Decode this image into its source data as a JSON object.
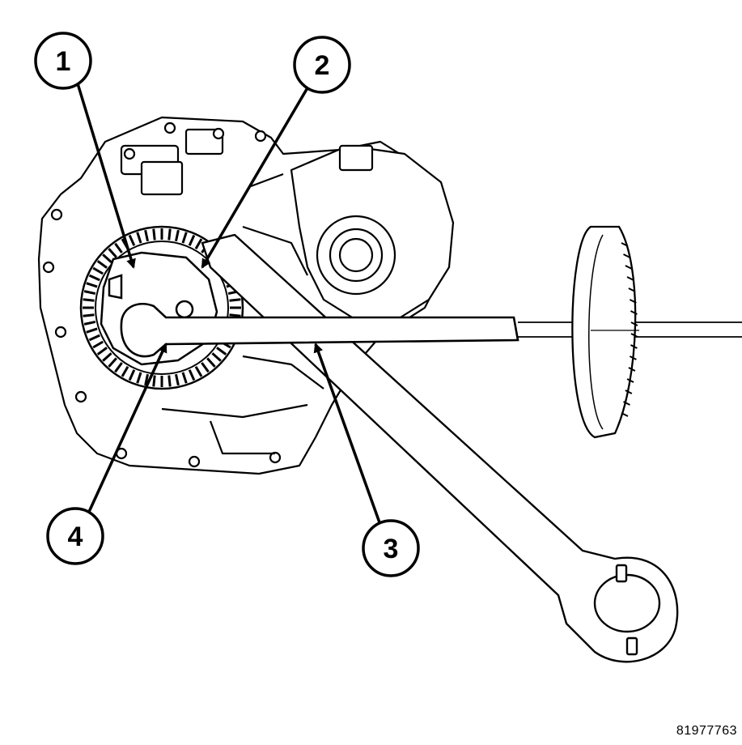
{
  "callouts": [
    "1",
    "2",
    "3",
    "4"
  ],
  "figure_id": "81977763"
}
